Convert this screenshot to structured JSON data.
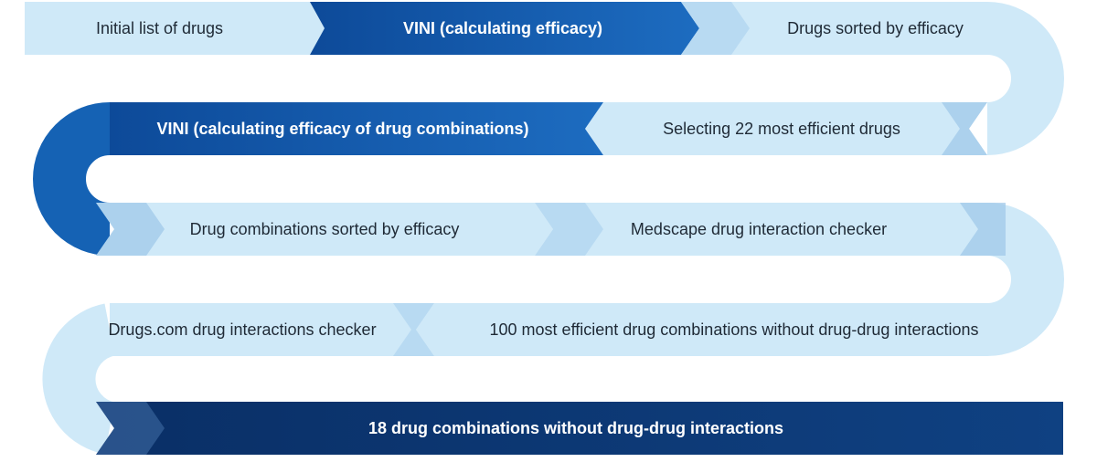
{
  "diagram": {
    "steps": [
      {
        "id": "s1",
        "text": "Initial list of drugs",
        "theme": "light"
      },
      {
        "id": "s2",
        "text": "VINI (calculating efficacy)",
        "theme": "blue"
      },
      {
        "id": "s3",
        "text": "Drugs sorted by efficacy",
        "theme": "light"
      },
      {
        "id": "s4",
        "text": "Selecting 22 most efficient drugs",
        "theme": "light"
      },
      {
        "id": "s5",
        "text": "VINI (calculating efficacy of drug combinations)",
        "theme": "blue"
      },
      {
        "id": "s6",
        "text": "Drug combinations sorted by efficacy",
        "theme": "light"
      },
      {
        "id": "s7",
        "text": "Medscape drug interaction checker",
        "theme": "light"
      },
      {
        "id": "s8",
        "text": "100 most efficient drug combinations without drug-drug interactions",
        "theme": "light"
      },
      {
        "id": "s9",
        "text": "Drugs.com drug interactions checker",
        "theme": "light"
      },
      {
        "id": "s10",
        "text": "18 drug combinations without drug-drug interactions",
        "theme": "navy"
      }
    ],
    "colors": {
      "light": "#cfe9f8",
      "blue": "#1562b4",
      "navy": "#0c3a78",
      "light_text": "#1f2a36",
      "dark_text": "#ffffff"
    }
  }
}
